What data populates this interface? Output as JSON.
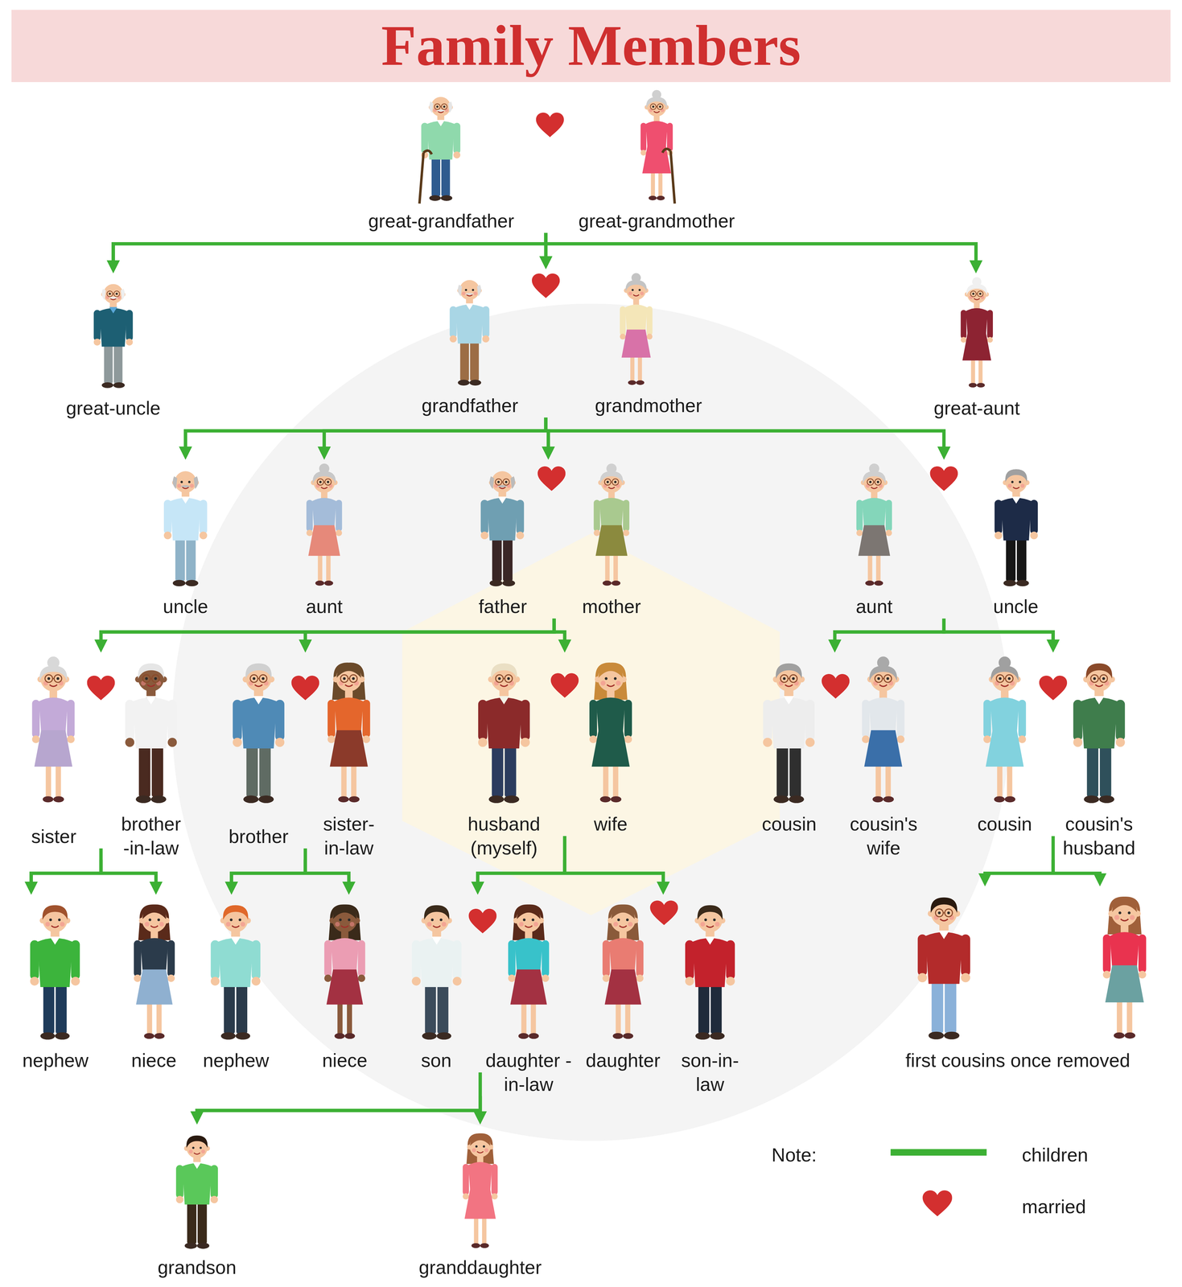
{
  "diagram": {
    "title": "Family Members",
    "nodes": [
      {
        "text": [
          "great-grandfather"
        ]
      },
      {
        "text": [
          "great-grandmother"
        ]
      },
      {
        "text": [
          "great-uncle"
        ]
      },
      {
        "text": [
          "grandfather"
        ]
      },
      {
        "text": [
          "grandmother"
        ]
      },
      {
        "text": [
          "great-aunt"
        ]
      },
      {
        "text": [
          "uncle"
        ]
      },
      {
        "text": [
          "aunt"
        ]
      },
      {
        "text": [
          "father"
        ]
      },
      {
        "text": [
          "mother"
        ]
      },
      {
        "text": [
          "aunt"
        ]
      },
      {
        "text": [
          "uncle"
        ]
      },
      {
        "text": [
          "sister"
        ]
      },
      {
        "text": [
          "brother -in-law"
        ]
      },
      {
        "text": [
          "brother"
        ]
      },
      {
        "text": [
          "sister- in-law"
        ]
      },
      {
        "text": [
          "husband (myself)"
        ]
      },
      {
        "text": [
          "wife"
        ]
      },
      {
        "text": [
          "cousin"
        ]
      },
      {
        "text": [
          "cousin's wife"
        ]
      },
      {
        "text": [
          "cousin"
        ]
      },
      {
        "text": [
          "cousin's husband"
        ]
      },
      {
        "text": [
          "nephew"
        ]
      },
      {
        "text": [
          "niece"
        ]
      },
      {
        "text": [
          "nephew"
        ]
      },
      {
        "text": [
          "niece"
        ]
      },
      {
        "text": [
          "son"
        ]
      },
      {
        "text": [
          "daughter -in-law"
        ]
      },
      {
        "text": [
          "daughter"
        ]
      },
      {
        "text": [
          "son-in- law"
        ]
      },
      {
        "text": [
          "first cousins once removed"
        ]
      },
      {
        "text": [
          "grandson"
        ]
      },
      {
        "text": [
          "granddaughter"
        ]
      }
    ],
    "edges": [
      {
        "from": 0,
        "to": 2,
        "arrow": "to"
      },
      {
        "from": 1,
        "to": 2,
        "arrow": "to"
      },
      {
        "from": 0,
        "to": 3,
        "arrow": "to"
      },
      {
        "from": 1,
        "to": 3,
        "arrow": "to"
      },
      {
        "from": 0,
        "to": 5,
        "arrow": "to"
      },
      {
        "from": 1,
        "to": 5,
        "arrow": "to"
      },
      {
        "from": 3,
        "to": 6,
        "arrow": "to"
      },
      {
        "from": 4,
        "to": 6,
        "arrow": "to"
      },
      {
        "from": 3,
        "to": 7,
        "arrow": "to"
      },
      {
        "from": 4,
        "to": 7,
        "arrow": "to"
      },
      {
        "from": 3,
        "to": 8,
        "arrow": "to"
      },
      {
        "from": 4,
        "to": 8,
        "arrow": "to"
      },
      {
        "from": 3,
        "to": 10,
        "arrow": "to"
      },
      {
        "from": 4,
        "to": 10,
        "arrow": "to"
      },
      {
        "from": 8,
        "to": 12,
        "arrow": "to"
      },
      {
        "from": 9,
        "to": 12,
        "arrow": "to"
      },
      {
        "from": 8,
        "to": 14,
        "arrow": "to"
      },
      {
        "from": 9,
        "to": 14,
        "arrow": "to"
      },
      {
        "from": 8,
        "to": 16,
        "arrow": "to"
      },
      {
        "from": 9,
        "to": 16,
        "arrow": "to"
      },
      {
        "from": 10,
        "to": 18,
        "arrow": "to"
      },
      {
        "from": 11,
        "to": 18,
        "arrow": "to"
      },
      {
        "from": 10,
        "to": 20,
        "arrow": "to"
      },
      {
        "from": 11,
        "to": 20,
        "arrow": "to"
      },
      {
        "from": 12,
        "to": 22,
        "arrow": "to"
      },
      {
        "from": 13,
        "to": 22,
        "arrow": "to"
      },
      {
        "from": 12,
        "to": 23,
        "arrow": "to"
      },
      {
        "from": 13,
        "to": 23,
        "arrow": "to"
      },
      {
        "from": 14,
        "to": 24,
        "arrow": "to"
      },
      {
        "from": 15,
        "to": 24,
        "arrow": "to"
      },
      {
        "from": 14,
        "to": 25,
        "arrow": "to"
      },
      {
        "from": 15,
        "to": 25,
        "arrow": "to"
      },
      {
        "from": 16,
        "to": 26,
        "arrow": "to"
      },
      {
        "from": 17,
        "to": 26,
        "arrow": "to"
      },
      {
        "from": 16,
        "to": 28,
        "arrow": "to"
      },
      {
        "from": 17,
        "to": 28,
        "arrow": "to"
      },
      {
        "from": 20,
        "to": 30,
        "arrow": "to"
      },
      {
        "from": 21,
        "to": 30,
        "arrow": "to"
      },
      {
        "from": 26,
        "to": 31,
        "arrow": "to"
      },
      {
        "from": 27,
        "to": 31,
        "arrow": "to"
      },
      {
        "from": 26,
        "to": 32,
        "arrow": "to"
      },
      {
        "from": 27,
        "to": 32,
        "arrow": "to"
      }
    ],
    "labels": [
      "Note:"
    ],
    "legend": [
      {
        "text": "children"
      },
      {
        "text": "married"
      }
    ]
  }
}
